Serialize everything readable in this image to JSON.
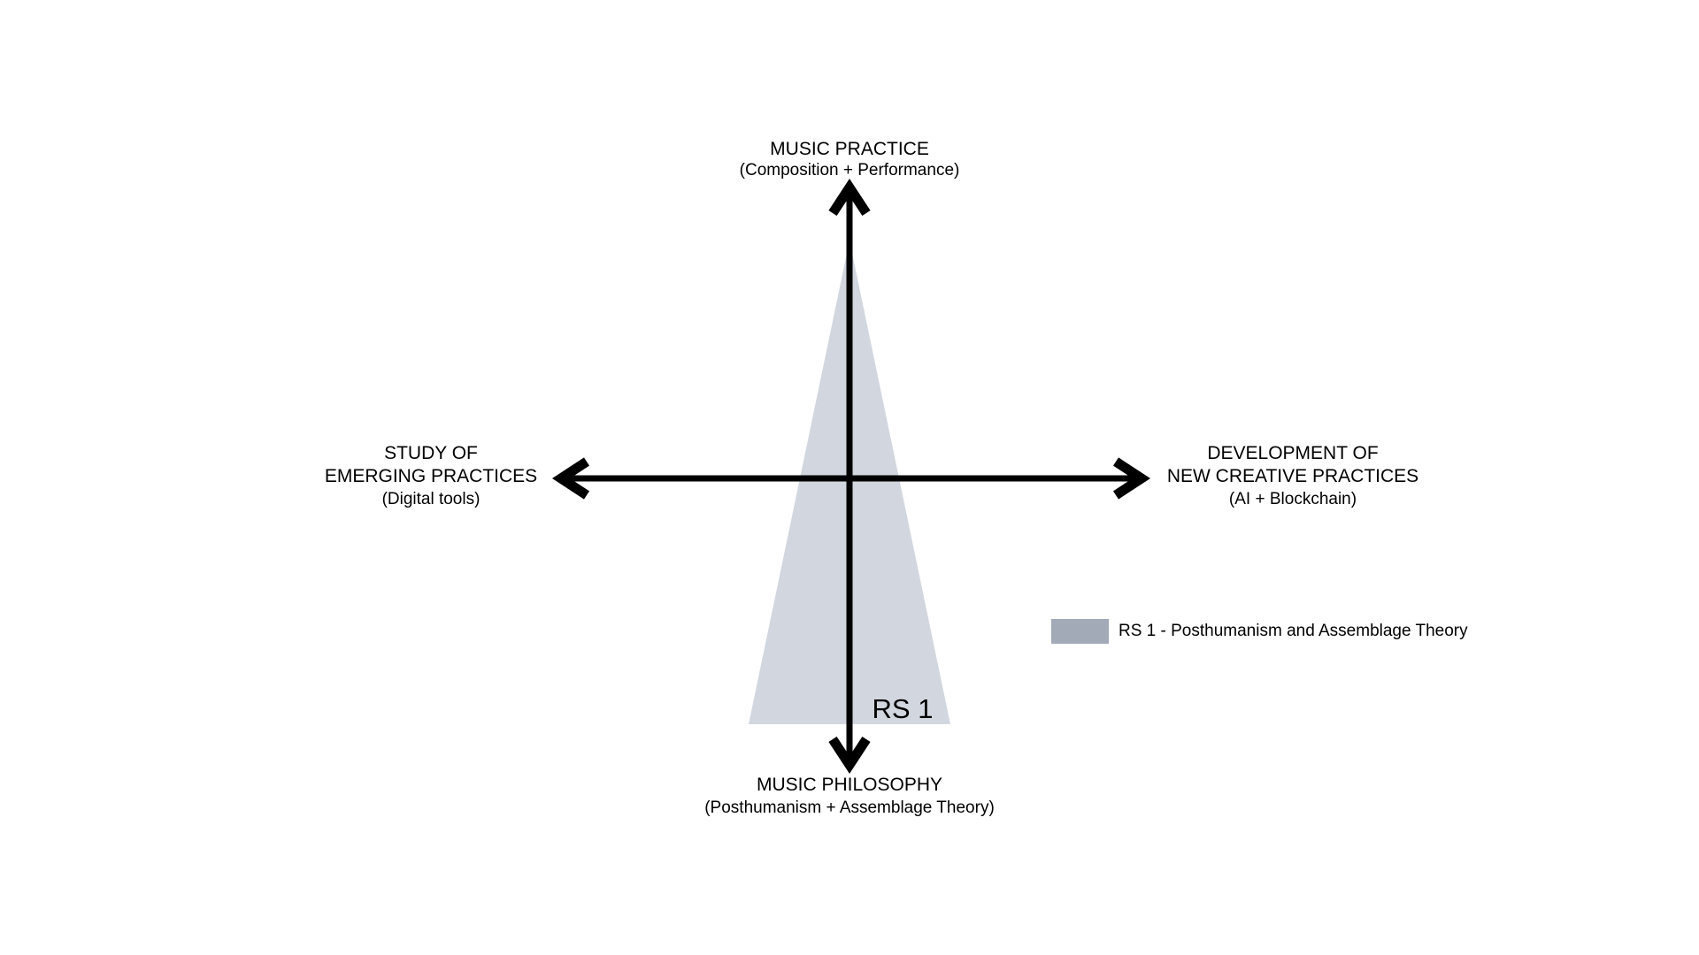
{
  "diagram": {
    "background_color": "#ffffff",
    "axes": {
      "color": "#000000",
      "top": {
        "title": "MUSIC PRACTICE",
        "subtitle": "(Composition + Performance)"
      },
      "bottom": {
        "title": "MUSIC PHILOSOPHY",
        "subtitle": "(Posthumanism + Assemblage Theory)"
      },
      "left": {
        "title_line1": "STUDY OF",
        "title_line2": "EMERGING PRACTICES",
        "subtitle": "(Digital tools)"
      },
      "right": {
        "title_line1": "DEVELOPMENT OF",
        "title_line2": "NEW CREATIVE PRACTICES",
        "subtitle": "(AI + Blockchain)"
      }
    },
    "region": {
      "label": "RS 1",
      "fill": "#d2d6de"
    },
    "legend": {
      "swatch_color": "#a2aab8",
      "label": "RS 1 - Posthumanism and Assemblage Theory"
    }
  }
}
